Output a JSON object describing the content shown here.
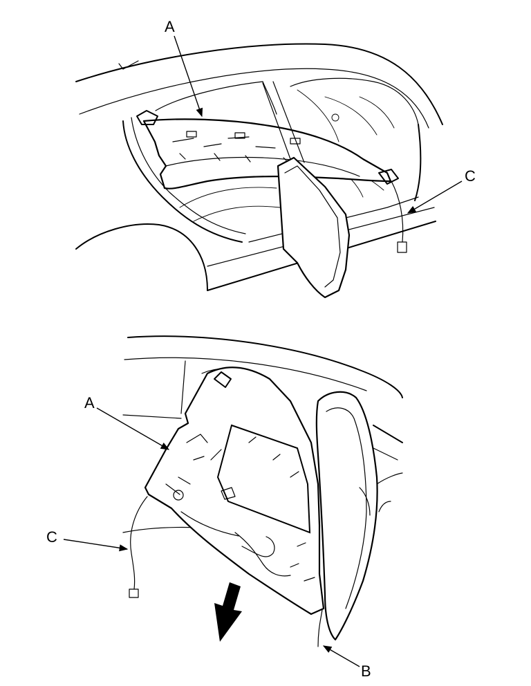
{
  "callouts": {
    "top_a": "A",
    "top_c": "C",
    "bottom_a": "A",
    "bottom_c": "C",
    "bottom_b": "B"
  },
  "icons": {
    "removal_direction": "arrow-down-left-icon"
  }
}
